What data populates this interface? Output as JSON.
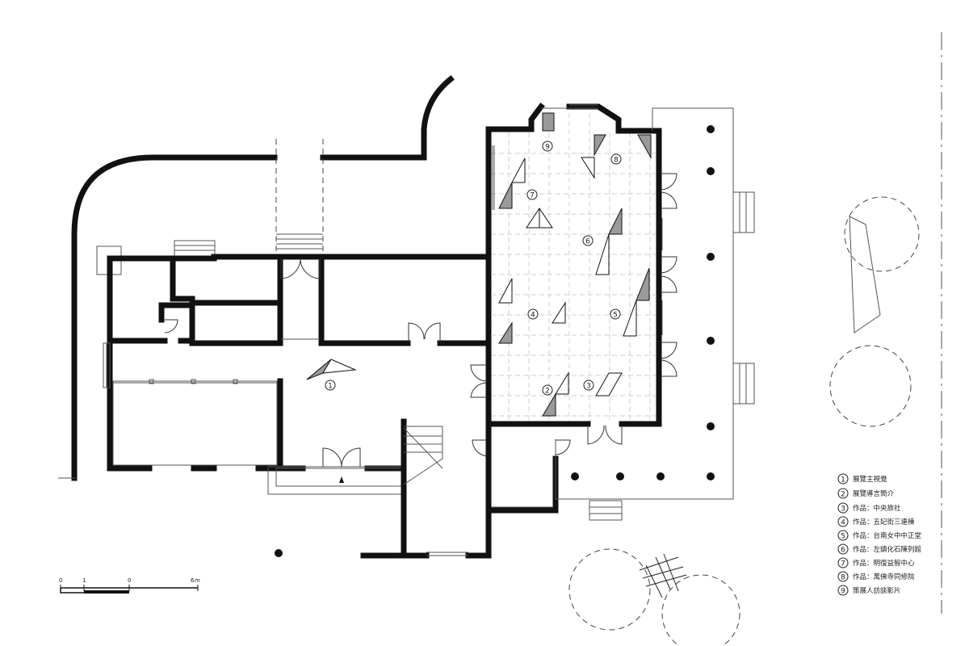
{
  "markers": [
    {
      "label": "1"
    },
    {
      "label": "2"
    },
    {
      "label": "3"
    },
    {
      "label": "4"
    },
    {
      "label": "5"
    },
    {
      "label": "6"
    },
    {
      "label": "7"
    },
    {
      "label": "8"
    },
    {
      "label": "9"
    }
  ],
  "legend": [
    {
      "num": "1",
      "text": "展覽主視覺"
    },
    {
      "num": "2",
      "text": "展覽導言簡介"
    },
    {
      "num": "3",
      "text": "作品：中央旅社"
    },
    {
      "num": "4",
      "text": "作品：五妃街三連棟"
    },
    {
      "num": "5",
      "text": "作品：台南女中中正堂"
    },
    {
      "num": "6",
      "text": "作品：左鎮化石陳列館"
    },
    {
      "num": "7",
      "text": "作品：明復益智中心"
    },
    {
      "num": "8",
      "text": "作品：萬佛寺同修院"
    },
    {
      "num": "9",
      "text": "策展人訪談影片"
    }
  ],
  "scale_bar": {
    "ticks": [
      "0",
      "1",
      "0",
      "6",
      "m"
    ]
  }
}
